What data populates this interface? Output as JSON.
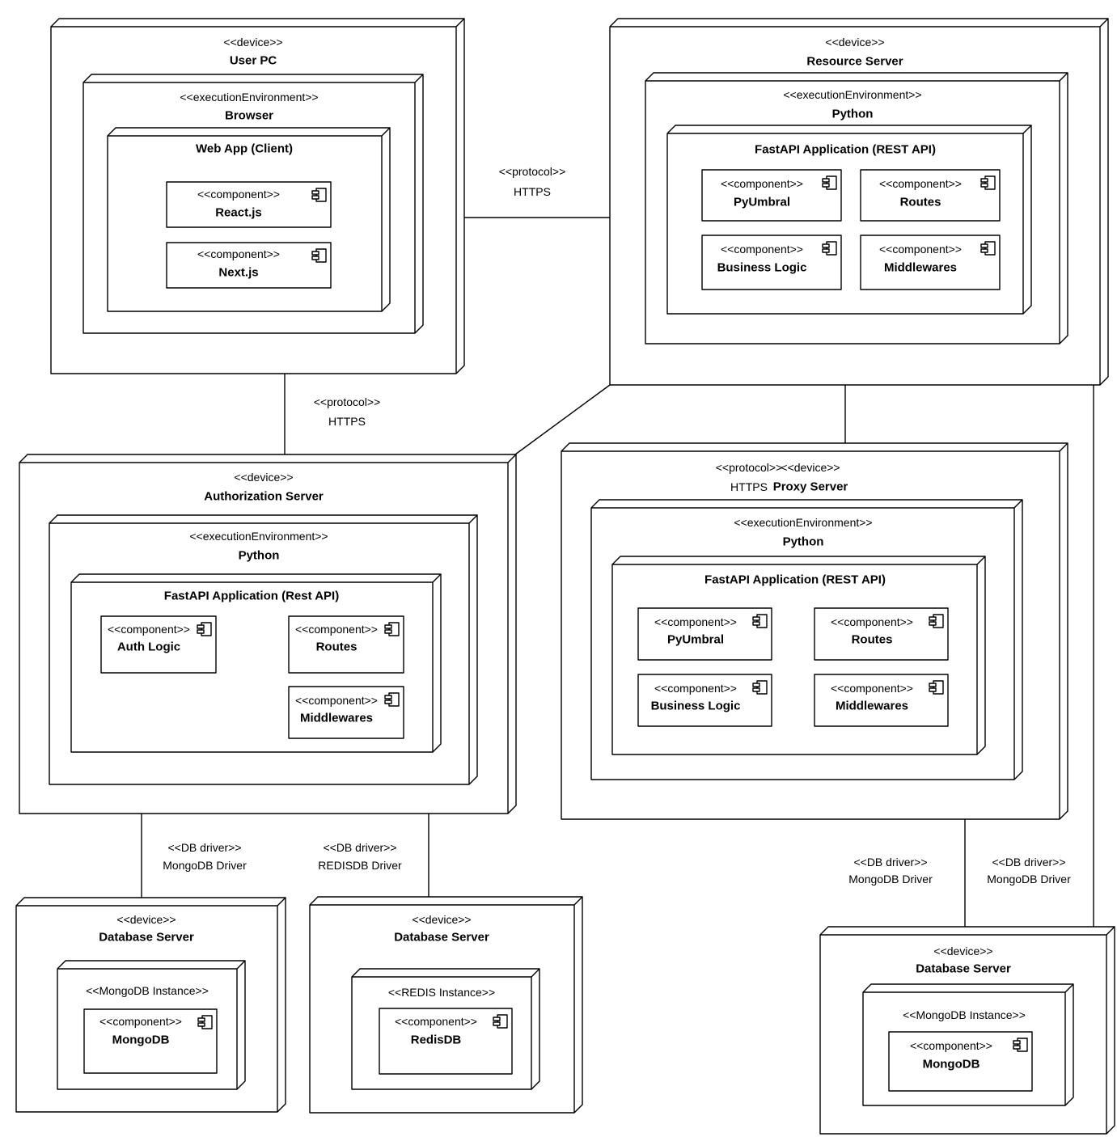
{
  "nodes": {
    "user_pc": {
      "stereotype": "<<device>>",
      "name": "User PC"
    },
    "browser": {
      "stereotype": "<<executionEnvironment>>",
      "name": "Browser"
    },
    "web_app": {
      "name": "Web App (Client)"
    },
    "react": {
      "stereotype": "<<component>>",
      "name": "React.js"
    },
    "next": {
      "stereotype": "<<component>>",
      "name": "Next.js"
    },
    "resource_server": {
      "stereotype": "<<device>>",
      "name": "Resource Server"
    },
    "rs_python": {
      "stereotype": "<<executionEnvironment>>",
      "name": "Python"
    },
    "rs_fastapi": {
      "name": "FastAPI Application (REST API)"
    },
    "rs_pyumbral": {
      "stereotype": "<<component>>",
      "name": "PyUmbral"
    },
    "rs_routes": {
      "stereotype": "<<component>>",
      "name": "Routes"
    },
    "rs_business_logic": {
      "stereotype": "<<component>>",
      "name": "Business Logic"
    },
    "rs_middlewares": {
      "stereotype": "<<component>>",
      "name": "Middlewares"
    },
    "auth_server": {
      "stereotype": "<<device>>",
      "name": "Authorization Server"
    },
    "auth_python": {
      "stereotype": "<<executionEnvironment>>",
      "name": "Python"
    },
    "auth_fastapi": {
      "name": "FastAPI Application (Rest API)"
    },
    "auth_logic": {
      "stereotype": "<<component>>",
      "name": "Auth Logic"
    },
    "auth_routes": {
      "stereotype": "<<component>>",
      "name": "Routes"
    },
    "auth_middlewares": {
      "stereotype": "<<component>>",
      "name": "Middlewares"
    },
    "proxy_server": {
      "stereotype": "<<device>>",
      "name": "Proxy Server"
    },
    "proxy_python": {
      "stereotype": "<<executionEnvironment>>",
      "name": "Python"
    },
    "proxy_fastapi": {
      "name": "FastAPI Application (REST API)"
    },
    "proxy_pyumbral": {
      "stereotype": "<<component>>",
      "name": "PyUmbral"
    },
    "proxy_routes": {
      "stereotype": "<<component>>",
      "name": "Routes"
    },
    "proxy_business_logic": {
      "stereotype": "<<component>>",
      "name": "Business Logic"
    },
    "proxy_middlewares": {
      "stereotype": "<<component>>",
      "name": "Middlewares"
    },
    "db1": {
      "stereotype": "<<device>>",
      "name": "Database Server"
    },
    "db1_instance": {
      "stereotype": "<<MongoDB Instance>>"
    },
    "db1_mongodb": {
      "stereotype": "<<component>>",
      "name": "MongoDB"
    },
    "db2": {
      "stereotype": "<<device>>",
      "name": "Database Server"
    },
    "db2_instance": {
      "stereotype": "<<REDIS Instance>>"
    },
    "db2_redisdb": {
      "stereotype": "<<component>>",
      "name": "RedisDB"
    },
    "db3": {
      "stereotype": "<<device>>",
      "name": "Database Server"
    },
    "db3_instance": {
      "stereotype": "<<MongoDB Instance>>"
    },
    "db3_mongodb": {
      "stereotype": "<<component>>",
      "name": "MongoDB"
    }
  },
  "connections": {
    "userpc_resource": {
      "stereotype": "<<protocol>>",
      "name": "HTTPS"
    },
    "userpc_auth": {
      "stereotype": "<<protocol>>",
      "name": "HTTPS"
    },
    "resource_proxy": {
      "stereotype": "<<protocol>>",
      "name": "HTTPS"
    },
    "auth_db1": {
      "stereotype": "<<DB driver>>",
      "name": "MongoDB Driver"
    },
    "auth_db2": {
      "stereotype": "<<DB driver>>",
      "name": "REDISDB Driver"
    },
    "proxy_db3": {
      "stereotype": "<<DB driver>>",
      "name": "MongoDB Driver"
    },
    "resource_db3": {
      "stereotype": "<<DB driver>>",
      "name": "MongoDB Driver"
    }
  },
  "colors": {
    "line": "#000000",
    "fill": "#ffffff"
  }
}
